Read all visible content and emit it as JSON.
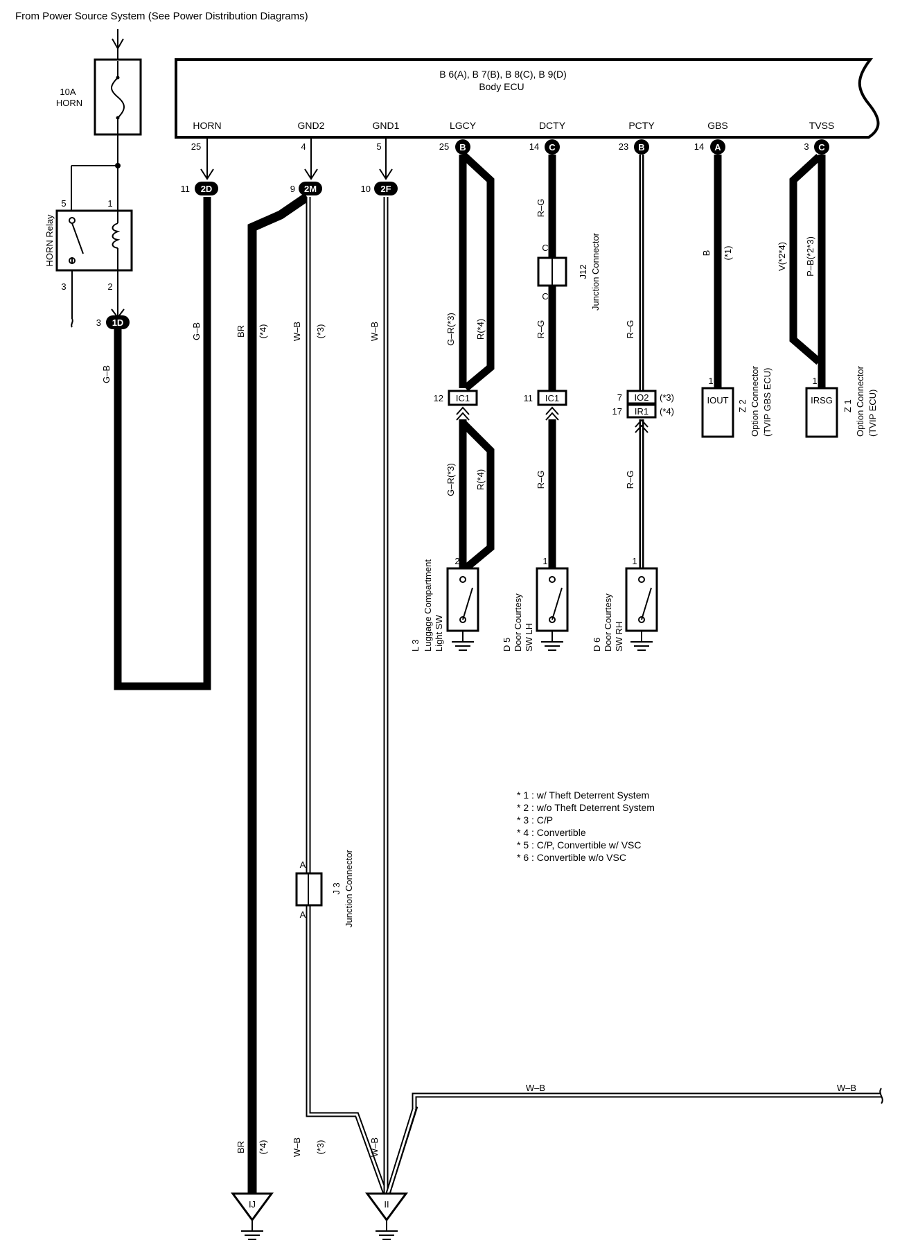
{
  "header": {
    "source_note": "From Power Source System (See Power Distribution Diagrams)"
  },
  "fuse": {
    "rating": "10A",
    "name": "HORN"
  },
  "relay": {
    "name": "HORN Relay",
    "pins": [
      "5",
      "1",
      "3",
      "2"
    ]
  },
  "ecu": {
    "code": "B 6(A), B 7(B), B 8(C), B 9(D)",
    "name": "Body ECU"
  },
  "terminals": [
    {
      "name": "HORN",
      "pin": "25",
      "conn": ""
    },
    {
      "name": "GND2",
      "pin": "4",
      "conn": ""
    },
    {
      "name": "GND1",
      "pin": "5",
      "conn": ""
    },
    {
      "name": "LGCY",
      "pin": "25",
      "conn": "B"
    },
    {
      "name": "DCTY",
      "pin": "14",
      "conn": "C"
    },
    {
      "name": "PCTY",
      "pin": "23",
      "conn": "B"
    },
    {
      "name": "GBS",
      "pin": "14",
      "conn": "A"
    },
    {
      "name": "TVSS",
      "pin": "3",
      "conn": "C"
    }
  ],
  "junctions": {
    "j2d": {
      "pin": "11",
      "code": "2D"
    },
    "j2m": {
      "pin": "9",
      "code": "2M"
    },
    "j2f": {
      "pin": "10",
      "code": "2F"
    },
    "j1d": {
      "pin": "3",
      "code": "1D"
    },
    "ic1a": {
      "pin": "12",
      "code": "IC1"
    },
    "ic1b": {
      "pin": "11",
      "code": "IC1"
    },
    "io2": {
      "pin": "7",
      "code": "IO2",
      "note": "(*3)"
    },
    "ir1": {
      "pin": "17",
      "code": "IR1",
      "note": "(*4)"
    }
  },
  "wires": {
    "gb": "G–B",
    "br": "BR",
    "wb": "W–B",
    "n3": "(*3)",
    "n4": "(*4)",
    "n1": "(*1)",
    "gr3": "G–R(*3)",
    "r4": "R(*4)",
    "rg": "R–G",
    "b": "B",
    "v24": "V(*2*4)",
    "pb23": "P–B(*2*3)"
  },
  "j12": {
    "label": "J12",
    "desc": "Junction Connector",
    "pin": "C"
  },
  "j3": {
    "label": "J 3",
    "desc": "Junction Connector",
    "pin": "A"
  },
  "options": {
    "z2": {
      "code": "Z 2",
      "desc": "Option Connector",
      "sub": "(TVIP GBS ECU)",
      "pin": "1",
      "term": "IOUT"
    },
    "z1": {
      "code": "Z 1",
      "desc": "Option Connector",
      "sub": "(TVIP ECU)",
      "pin": "1",
      "term": "IRSG"
    }
  },
  "switches": [
    {
      "code": "L 3",
      "desc": "Luggage Compartment",
      "desc2": "Light SW",
      "pin": "2"
    },
    {
      "code": "D 5",
      "desc": "Door Courtesy",
      "desc2": "SW LH",
      "pin": "1"
    },
    {
      "code": "D 6",
      "desc": "Door Courtesy",
      "desc2": "SW RH",
      "pin": "1"
    }
  ],
  "grounds": {
    "ij": "IJ",
    "ii": "II"
  },
  "legend": [
    "* 1 : w/ Theft Deterrent System",
    "* 2 : w/o Theft Deterrent System",
    "* 3 : C/P",
    "* 4 : Convertible",
    "* 5 : C/P,  Convertible w/ VSC",
    "* 6 : Convertible w/o VSC"
  ]
}
